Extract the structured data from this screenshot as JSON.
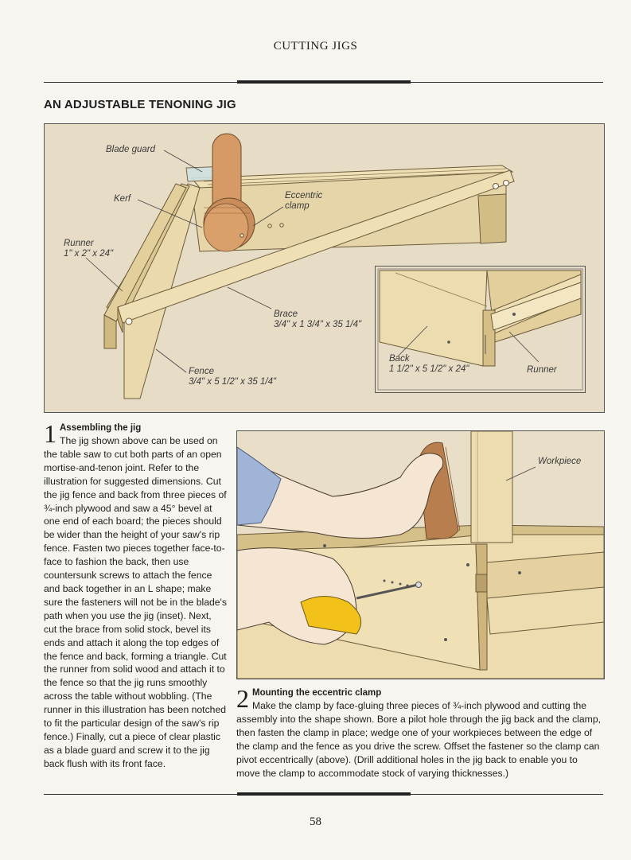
{
  "header": {
    "running_head": "CUTTING JIGS",
    "section_title": "AN ADJUSTABLE TENONING JIG"
  },
  "figure_main": {
    "callouts": {
      "blade_guard": "Blade guard",
      "kerf": "Kerf",
      "eccentric_line1": "Eccentric",
      "eccentric_line2": "clamp",
      "runner_line1": "Runner",
      "runner_line2": "1\" x 2\" x 24\"",
      "brace_line1": "Brace",
      "brace_line2": "3/4\" x 1 3/4\" x 35 1/4\"",
      "fence_line1": "Fence",
      "fence_line2": "3/4\" x 5 1/2\" x 35 1/4\""
    }
  },
  "figure_inset": {
    "callouts": {
      "back_line1": "Back",
      "back_line2": "1 1/2\" x 5 1/2\" x 24\"",
      "runner": "Runner"
    }
  },
  "figure_step2": {
    "callouts": {
      "workpiece": "Workpiece"
    }
  },
  "step1": {
    "number": "1",
    "title": "Assembling the jig",
    "text": "The jig shown above can be used on the table saw to cut both parts of an open mortise-and-tenon joint. Refer to the illustration for suggested dimensions. Cut the jig fence and back from three pieces of ¾-inch plywood and saw a 45° bevel at one end of each board; the pieces should be wider than the height of your saw's rip fence. Fasten two pieces together face-to-face to fashion the back, then use countersunk screws to attach the fence and back together in an L shape; make sure the fasteners will not be in the blade's path when you use the jig (inset). Next, cut the brace from solid stock, bevel its ends and attach it along the top edges of the fence and back, forming a triangle. Cut the runner from solid wood and attach it to the fence so that the jig runs smoothly across the table without wobbling. (The runner in this illustration has been notched to fit the particular design of the saw's rip fence.) Finally, cut a piece of clear plastic as a blade guard and screw it to the jig back flush with its front face."
  },
  "step2": {
    "number": "2",
    "title": "Mounting the eccentric clamp",
    "text": "Make the clamp by face-gluing three pieces of ¾-inch plywood and cutting the assembly into the shape shown. Bore a pilot hole through the jig back and the clamp, then fasten the clamp in place; wedge one of your workpieces between the edge of the clamp and the fence as you drive the screw. Offset the fastener so the clamp can pivot eccentrically (above). (Drill additional holes in the jig back to enable you to move the clamp to accommodate stock of varying thicknesses.)"
  },
  "footer": {
    "page_number": "58"
  },
  "colors": {
    "panel_bg": "#e7dcc6",
    "wood_light": "#f0e3bf",
    "wood_mid": "#dcc894",
    "wood_dark": "#c2a970",
    "clamp_wood": "#c98d5c",
    "skin": "#f4e6d2",
    "sleeve": "#9fb4d6",
    "handle_yellow": "#f2c21a"
  }
}
